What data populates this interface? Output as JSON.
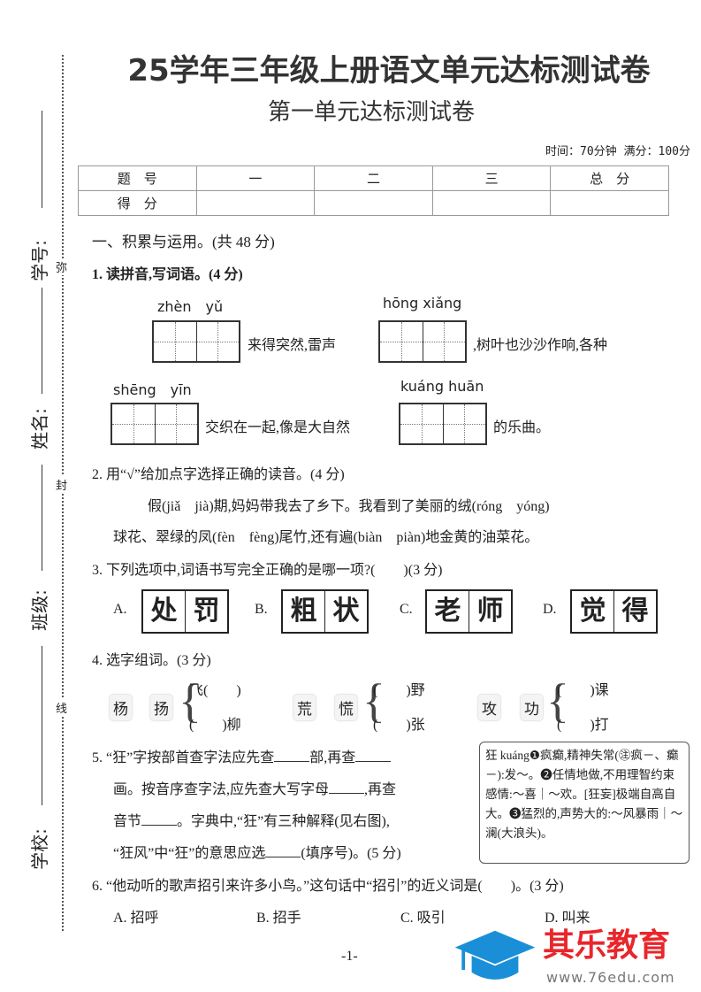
{
  "title": "25学年三年级上册语文单元达标测试卷",
  "subtitle": "第一单元达标测试卷",
  "time_info": "时间：70分钟 满分：100分",
  "score_table": {
    "header": [
      "题　号",
      "一",
      "二",
      "三",
      "总　分"
    ],
    "row": [
      "得　分",
      "",
      "",
      "",
      ""
    ]
  },
  "binding": {
    "labels": [
      "学号:",
      "姓名:",
      "班级:",
      "学校:"
    ],
    "seal": [
      "弥",
      "封",
      "线"
    ]
  },
  "section1": "一、积累与运用。(共 48 分)",
  "q1": {
    "title": "1. 读拼音,写词语。(4 分)",
    "pinyin": [
      "zhèn　yǔ",
      "hōng xiǎng",
      "shēng　yīn",
      "kuáng huān"
    ],
    "texts": [
      "来得突然,雷声",
      ",树叶也沙沙作响,各种",
      "交织在一起,像是大自然",
      "的乐曲。"
    ]
  },
  "q2": {
    "title": "2. 用“√”给加点字选择正确的读音。(4 分)",
    "line1": "假(jiǎ　jià)期,妈妈带我去了乡下。我看到了美丽的绒(róng　yóng)",
    "line2": "球花、翠绿的凤(fèn　fèng)尾竹,还有遍(biàn　piàn)地金黄的油菜花。"
  },
  "q3": {
    "title": "3. 下列选项中,词语书写完全正确的是哪一项?(　　)(3 分)",
    "options": [
      {
        "label": "A.",
        "chars": [
          "处",
          "罚"
        ]
      },
      {
        "label": "B.",
        "chars": [
          "粗",
          "状"
        ]
      },
      {
        "label": "C.",
        "chars": [
          "老",
          "师"
        ]
      },
      {
        "label": "D.",
        "chars": [
          "觉",
          "得"
        ]
      }
    ]
  },
  "q4": {
    "title": "4. 选字组词。(3 分)",
    "groups": [
      {
        "chars": [
          "杨",
          "扬"
        ],
        "lines": [
          "飞(　　)",
          "(　　)柳"
        ]
      },
      {
        "chars": [
          "荒",
          "慌"
        ],
        "lines": [
          "(　　)野",
          "(　　)张"
        ]
      },
      {
        "chars": [
          "攻",
          "功"
        ],
        "lines": [
          "(　　)课",
          "(　　)打"
        ]
      }
    ]
  },
  "q5": {
    "l1a": "5. “狂”字按部首查字法应先查",
    "l1b": "部,再查",
    "l2a": "画。按音序查字法,应先查大写字母",
    "l2b": ",再查",
    "l3a": "音节",
    "l3b": "。字典中,“狂”有三种解释(见右图),",
    "l4a": "“狂风”中“狂”的意思应选",
    "l4b": "(填序号)。(5 分)",
    "dict": "狂 kuáng❶疯癫,精神失常(㊟疯－、癫－):发～。❷任情地做,不用理智约束感情:～喜｜～欢。[狂妄]极端自高自大。❸猛烈的,声势大的:～风暴雨｜～澜(大浪头)。"
  },
  "q6": {
    "title": "6. “他动听的歌声招引来许多小鸟。”这句话中“招引”的近义词是(　　)。(3 分)",
    "options": [
      "A. 招呼",
      "B. 招手",
      "C. 吸引",
      "D. 叫来"
    ]
  },
  "page_number": "-1-",
  "logo": {
    "name": "其乐教育",
    "url": "www.76edu.com",
    "colors": {
      "cap": "#1a8fd8",
      "text": "#e8262b"
    }
  }
}
